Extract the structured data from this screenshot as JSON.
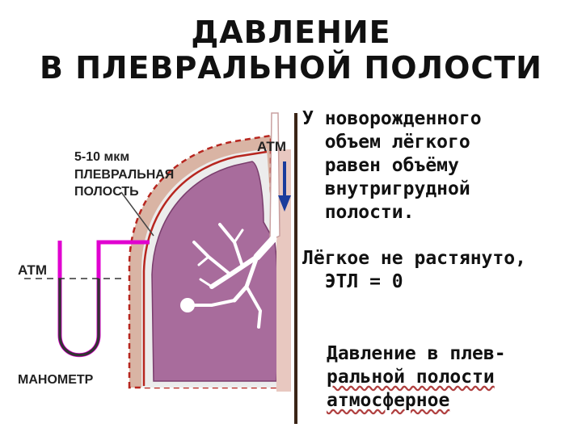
{
  "title": {
    "line1": "ДАВЛЕНИЕ",
    "line2": "В ПЛЕВРАЛЬНОЙ ПОЛОСТИ"
  },
  "diagram": {
    "atm_top": "АТМ",
    "atm_left": "АТМ",
    "gap_label": "5-10 мкм",
    "pleural_label_1": "ПЛЕВРАЛЬНАЯ",
    "pleural_label_2": "ПОЛОСТЬ",
    "manometer_label": "МАНОМЕТР",
    "colors": {
      "lung": "#a86c9c",
      "chest_wall": "#d9b4a4",
      "pleura_line": "#b7261f",
      "manometer_tube": "#e000d0",
      "arrow": "#1a3c9c"
    }
  },
  "text": {
    "p1_line1": "У новорожденного",
    "p1_line2": "  объем лёгкого",
    "p1_line3": "  равен объёму",
    "p1_line4": "  внутригрудной",
    "p1_line5": "  полости.",
    "p2_line1": "Лёгкое не растянуто,",
    "p2_line2": "  ЭТЛ = 0",
    "p3_line1": "Давление в плев-",
    "p3_line2": "ральной полости",
    "p3_line3": "атмосферное"
  }
}
